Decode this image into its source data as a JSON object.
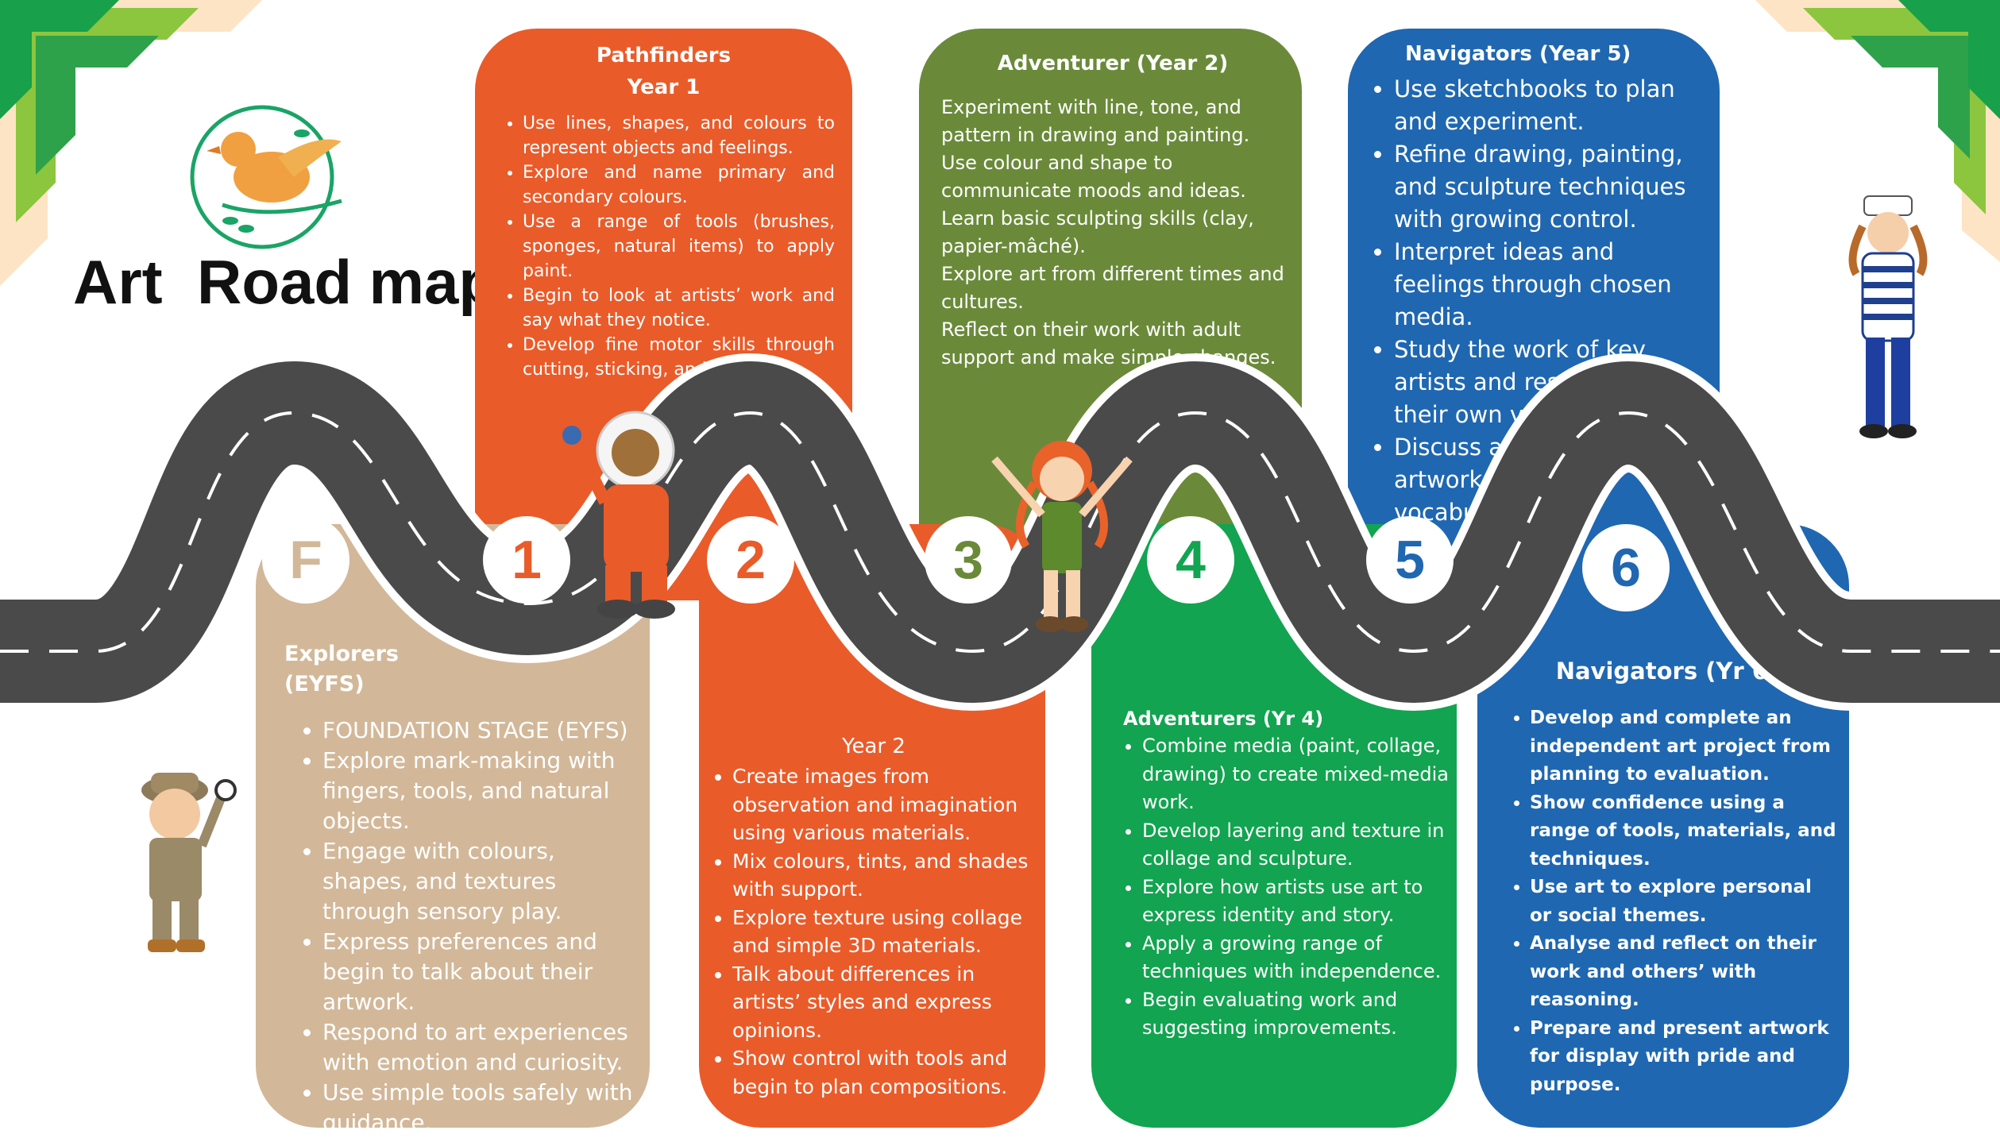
{
  "title": "Art  Road map",
  "colors": {
    "explorers": "#d2b899",
    "year1": "#ea5b2a",
    "year2": "#ea5b2a",
    "year3": "#6a8a3a",
    "year4": "#12a450",
    "year5": "#1f67b1",
    "year6": "#1f67b1",
    "road": "#4a4a4a"
  },
  "road": {
    "numbers": [
      "F",
      "1",
      "2",
      "3",
      "4",
      "5",
      "6"
    ]
  },
  "explorers": {
    "heading": "Explorers\n(EYFS)",
    "items": [
      "FOUNDATION STAGE (EYFS)",
      "Explore mark-making with fingers, tools, and natural objects.",
      "Engage with colours, shapes, and textures through sensory play.",
      "Express preferences and begin to talk about their artwork.",
      "Respond to art experiences with emotion and curiosity.",
      "Use simple tools safely with guidance."
    ]
  },
  "year1": {
    "heading": "Pathfinders\nYear 1",
    "items": [
      "Use lines, shapes, and colours to represent objects and feelings.",
      "Explore and name primary and secondary colours.",
      "Use a range of tools (brushes, sponges, natural items) to apply paint.",
      "Begin to look at artists’ work and say what they notice.",
      "Develop fine motor skills through cutting, sticking, and drawing."
    ]
  },
  "year2": {
    "heading": "Year 2",
    "items": [
      "Create images from observation and imagination using various materials.",
      "Mix colours, tints, and shades with support.",
      "Explore texture using collage and simple 3D materials.",
      "Talk about differences in artists’ styles and express opinions.",
      "Show control with tools and begin to plan compositions."
    ]
  },
  "year3": {
    "heading": "Adventurer (Year 2)",
    "text": "Experiment with line, tone, and pattern in drawing and painting.\nUse colour and shape to communicate moods and ideas.\nLearn basic sculpting skills (clay, papier-mâché).\nExplore art from different times and cultures.\nReflect on their work with adult support and make simple changes."
  },
  "year4": {
    "heading": "Adventurers (Yr 4)",
    "items": [
      "Combine media (paint, collage, drawing) to create mixed-media work.",
      "Develop layering and texture in collage and sculpture.",
      "Explore how artists use art to express identity and story.",
      "Apply a growing range of techniques with independence.",
      "Begin evaluating work and suggesting improvements."
    ]
  },
  "year5": {
    "heading": "Navigators (Year 5)",
    "items": [
      "Use sketchbooks to plan and experiment.",
      "Refine drawing, painting, and sculpture techniques with growing control.",
      "Interpret ideas and feelings through chosen media.",
      "Study the work of key artists and respond with their own versions.",
      "Discuss and compare artworks using art vocabulary."
    ]
  },
  "year6": {
    "heading": "Navigators (Yr 6)",
    "items": [
      "Develop and complete an independent art project from planning to evaluation.",
      "Show confidence using a range of tools, materials, and techniques.",
      "Use art to explore personal or social themes.",
      "Analyse and reflect on their work and others’ with reasoning.",
      "Prepare and present artwork for display with pride and purpose."
    ]
  }
}
